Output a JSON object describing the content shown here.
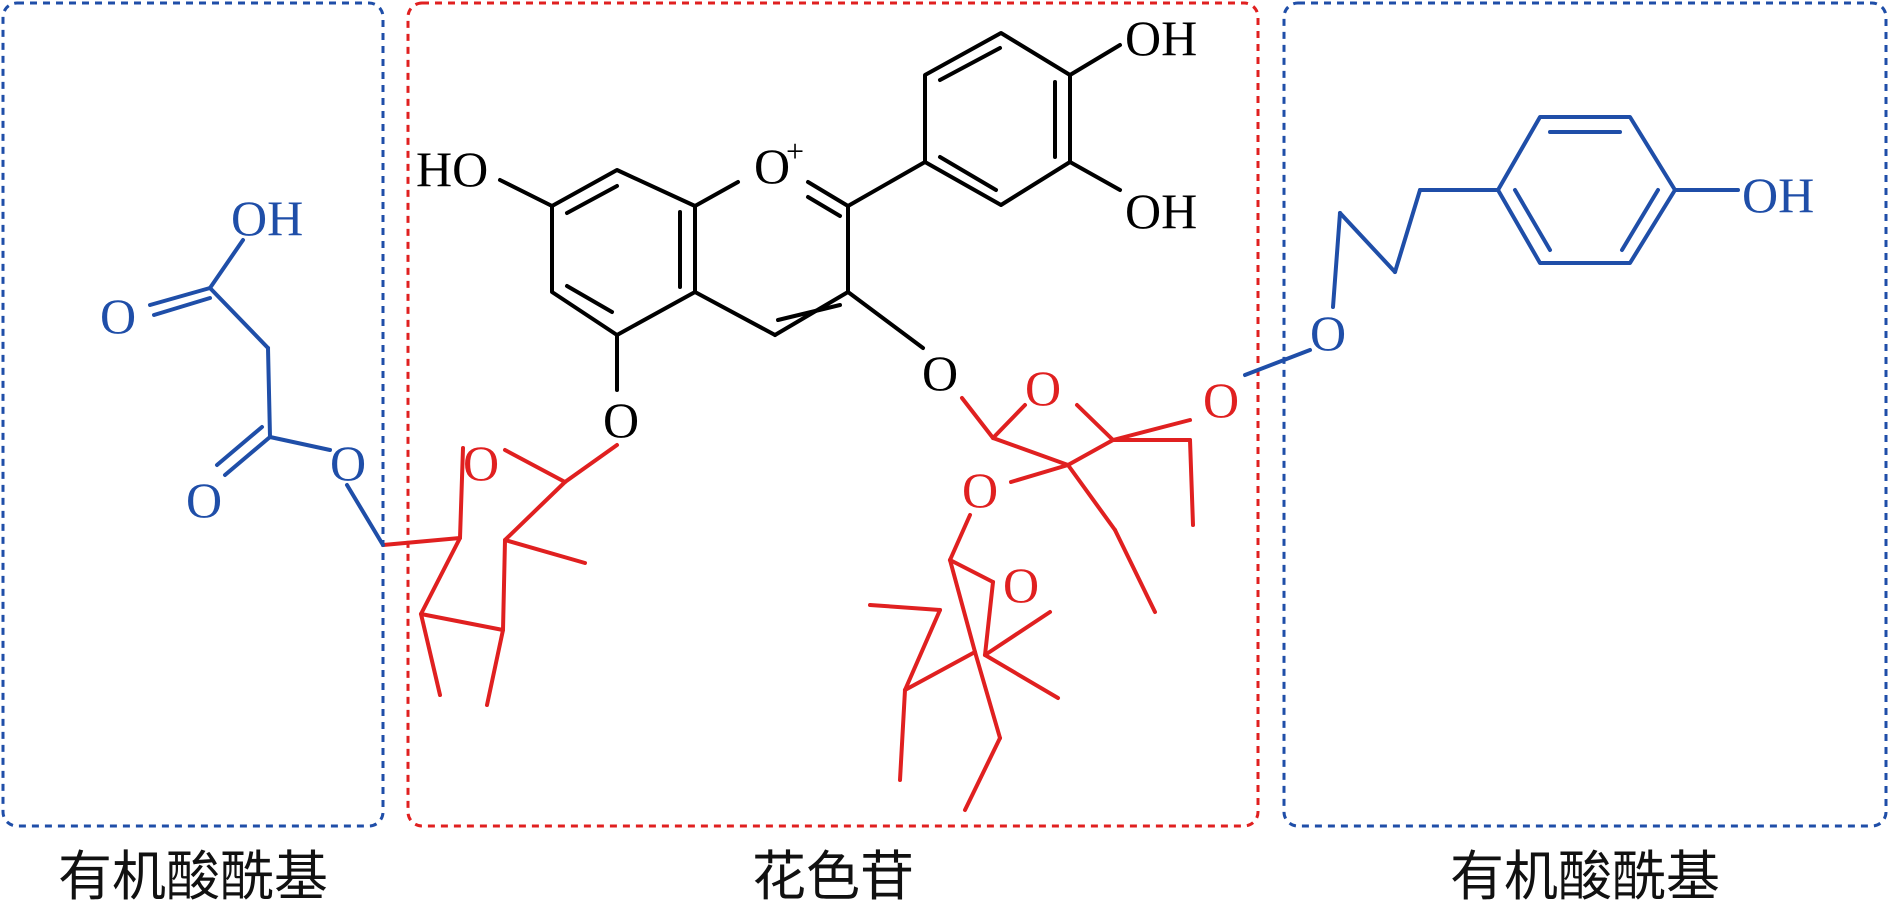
{
  "colors": {
    "core": "#000000",
    "sugar": "#e02020",
    "acyl": "#1f4ea8",
    "label": "#111111"
  },
  "regions": {
    "left": {
      "label": "有机酸酰基",
      "border_color": "#1f4ea8"
    },
    "center": {
      "label": "花色苷",
      "border_color": "#e02020"
    },
    "right": {
      "label": "有机酸酰基",
      "border_color": "#1f4ea8"
    }
  },
  "atoms": {
    "ho_ring_a": "HO",
    "o_plus": "O",
    "plus_sign": "+",
    "oh_top": "OH",
    "oh_catechol": "OH",
    "o_c5": "O",
    "o_c3": "O",
    "o_ring_sugar_left": "O",
    "o_ring_sugar_mid": "O",
    "o_glycosidic_mid": "O",
    "o_ring_sugar_bottom": "O",
    "o_sugar_right": "O",
    "o_malonyl_ester": "O",
    "o_malonyl_carbonyl_1": "O",
    "o_malonyl_carbonyl_2": "O",
    "oh_malonyl": "OH",
    "o_right_ester": "O",
    "oh_phenol": "OH"
  }
}
